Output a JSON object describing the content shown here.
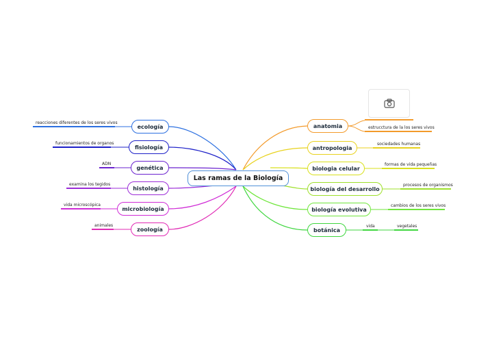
{
  "central": {
    "label": "Las ramas de la Biología"
  },
  "colors": {
    "central_border": "#4f8fd8",
    "ecologia": "#2b6fe0",
    "fisiologia": "#1c1fc8",
    "genetica": "#6a22cf",
    "histologia": "#9b2bd8",
    "microbiologia": "#cf2ad6",
    "zoologia": "#e028b4",
    "anatomia": "#f39a2a",
    "antropologia": "#e8d21c",
    "biologia_celular": "#d8e01a",
    "biologia_desarrollo": "#9ee02a",
    "biologia_evolutiva": "#6ee63a",
    "botanica": "#3ed63e"
  },
  "left_branches": [
    {
      "label": "ecología",
      "leaf": "reacciones diferentes de los seres vivos"
    },
    {
      "label": "fisiología",
      "leaf": "funcionamientos de organos"
    },
    {
      "label": "genética",
      "leaf": "ADN"
    },
    {
      "label": "histología",
      "leaf": "examina los tegidos"
    },
    {
      "label": "microbiología",
      "leaf": "vida microscópica"
    },
    {
      "label": "zoología",
      "leaf": "animales"
    }
  ],
  "right_branches": [
    {
      "label": "anatomia",
      "leaf": "estrucctura de la los seres vivos",
      "attachment_icon": "camera-icon"
    },
    {
      "label": "antropologia",
      "leaf": "sociedades humanas"
    },
    {
      "label": "biologia celular",
      "leaf": "formas de vida pequeñas"
    },
    {
      "label": "biología del desarrollo",
      "leaf": "procesos de organismos"
    },
    {
      "label": "biología evolutiva",
      "leaf": "cambios de los seres vivos"
    },
    {
      "label": "botánica",
      "leaf": "vida",
      "subleaf": "vegetales"
    }
  ]
}
